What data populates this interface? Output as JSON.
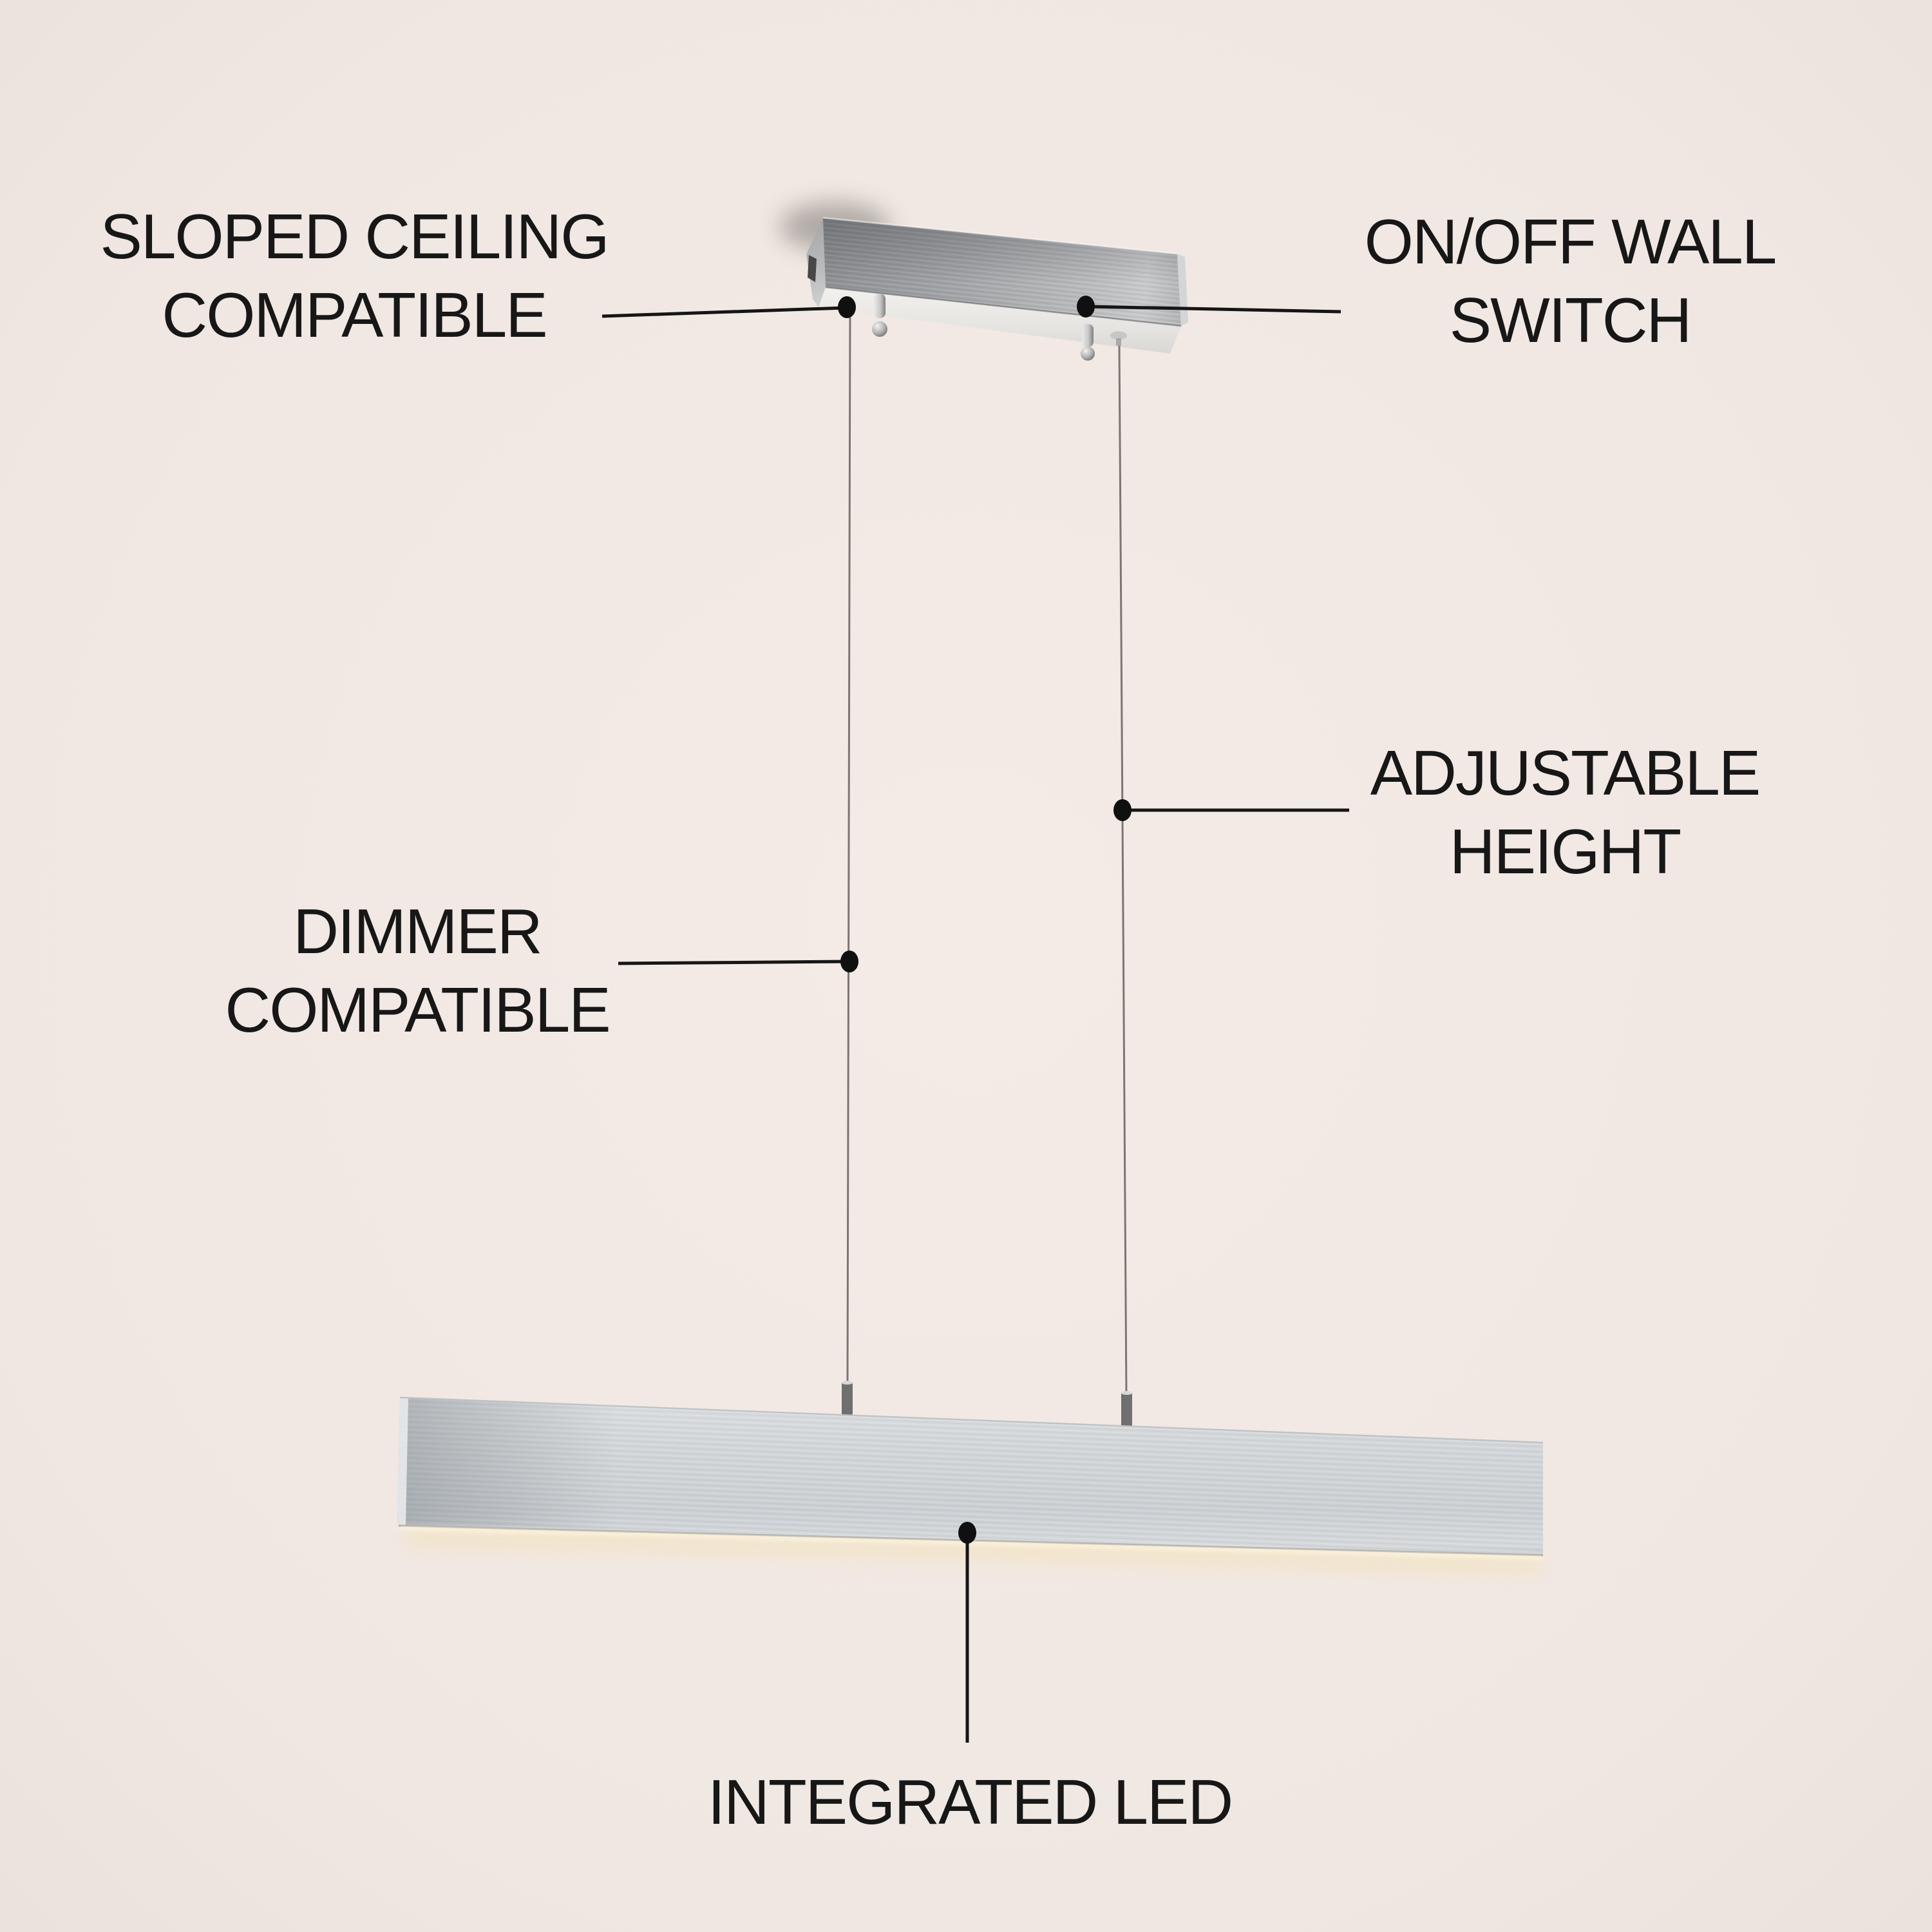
{
  "diagram": {
    "subject": "linear-pendant-light-feature-diagram",
    "colors": {
      "background": "#f0e7e2",
      "label_text": "#171717",
      "callout_line": "#151515",
      "callout_dot": "#101010",
      "bar_metal": "#ced2d5",
      "canopy_metal": "#a3a5a8",
      "led_glow": "#f7ecd2",
      "cable": "#6f6a66"
    },
    "callouts": [
      {
        "id": "sloped-ceiling",
        "lines": [
          "SLOPED CEILING",
          "COMPATIBLE"
        ]
      },
      {
        "id": "on-off-wall-switch",
        "lines": [
          "ON/OFF WALL",
          "SWITCH"
        ]
      },
      {
        "id": "adjustable-height",
        "lines": [
          "ADJUSTABLE",
          "HEIGHT"
        ]
      },
      {
        "id": "dimmer-compatible",
        "lines": [
          "DIMMER",
          "COMPATIBLE"
        ]
      },
      {
        "id": "integrated-led",
        "lines": [
          "INTEGRATED LED"
        ]
      }
    ]
  }
}
